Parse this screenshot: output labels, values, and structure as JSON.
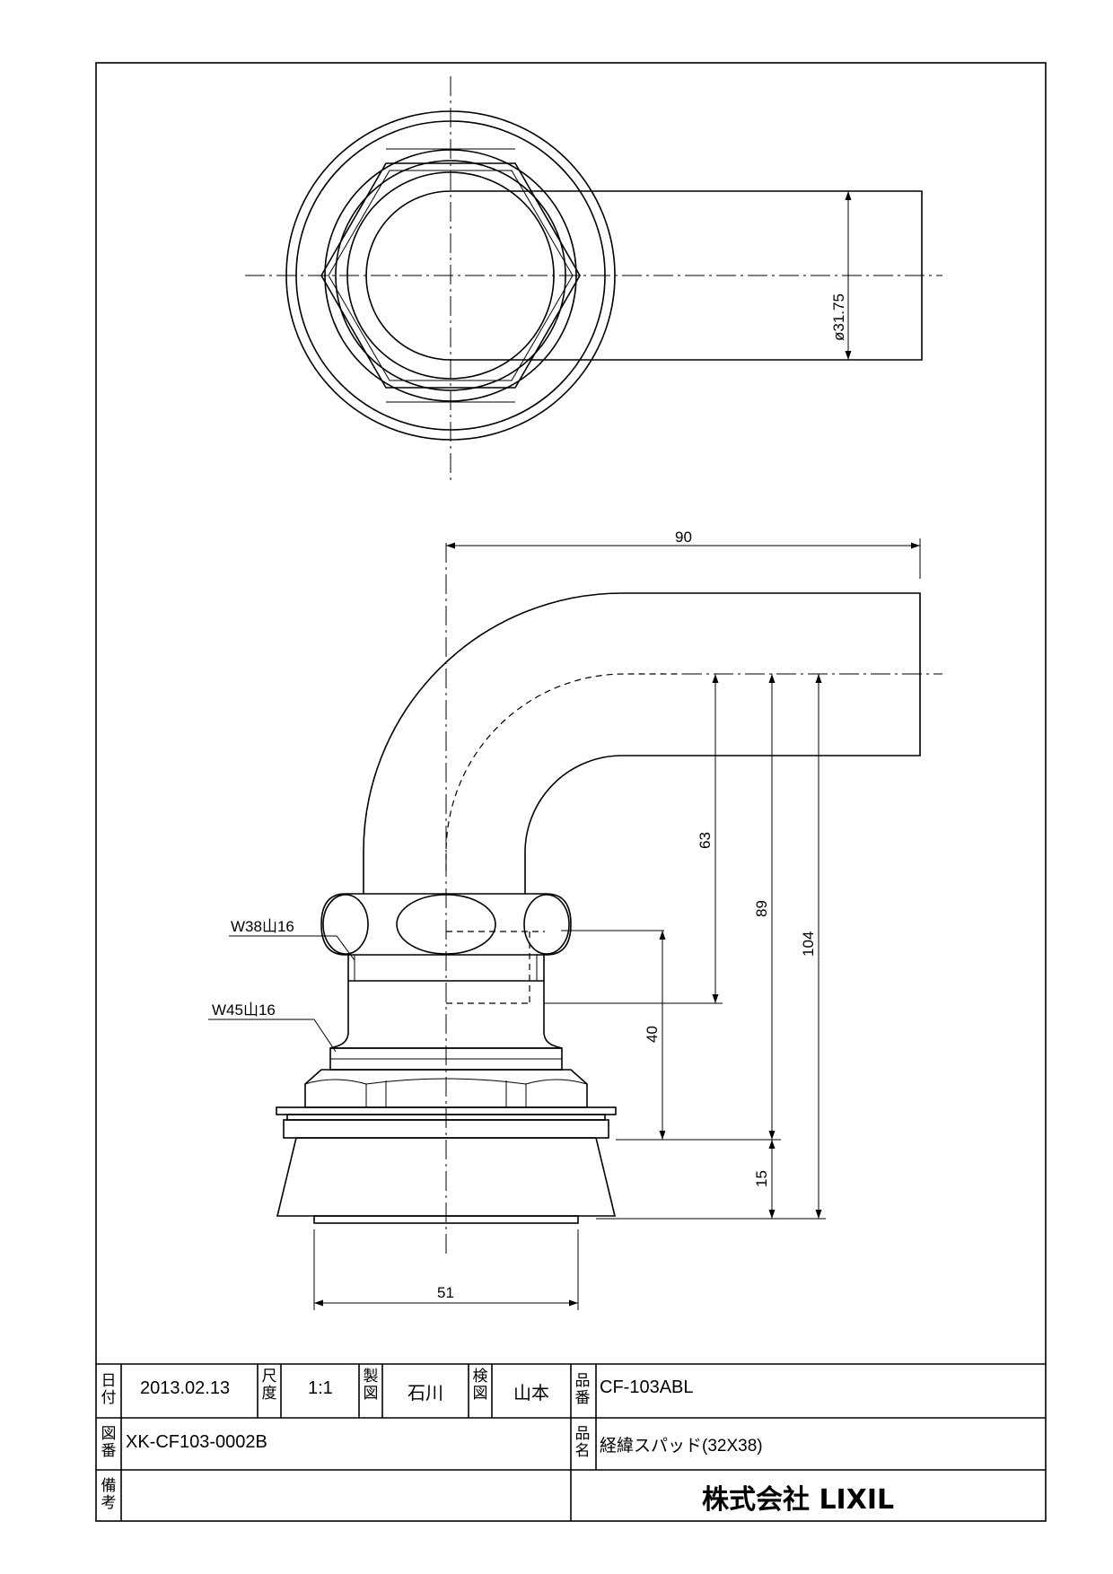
{
  "dimensions": {
    "top_diameter": "ø31.75",
    "width_90": "90",
    "height_63": "63",
    "height_89": "89",
    "height_104": "104",
    "height_40": "40",
    "height_15": "15",
    "width_51": "51"
  },
  "callouts": {
    "thread_upper": "W38山16",
    "thread_lower": "W45山16"
  },
  "title_block": {
    "date_label_1": "日",
    "date_label_2": "付",
    "date": "2013.02.13",
    "scale_label_1": "尺",
    "scale_label_2": "度",
    "scale": "1:1",
    "drafter_label_1": "製",
    "drafter_label_2": "図",
    "drafter": "石川",
    "checker_label_1": "検",
    "checker_label_2": "図",
    "checker": "山本",
    "product_no_label_1": "品",
    "product_no_label_2": "番",
    "product_no": "CF-103ABL",
    "drawing_no_label_1": "図",
    "drawing_no_label_2": "番",
    "drawing_no": "XK-CF103-0002B",
    "product_name_label_1": "品",
    "product_name_label_2": "名",
    "product_name": "経緯スパッド(32X38)",
    "remarks_label_1": "備",
    "remarks_label_2": "考",
    "remarks": "",
    "company": "株式会社 LIXIL"
  }
}
